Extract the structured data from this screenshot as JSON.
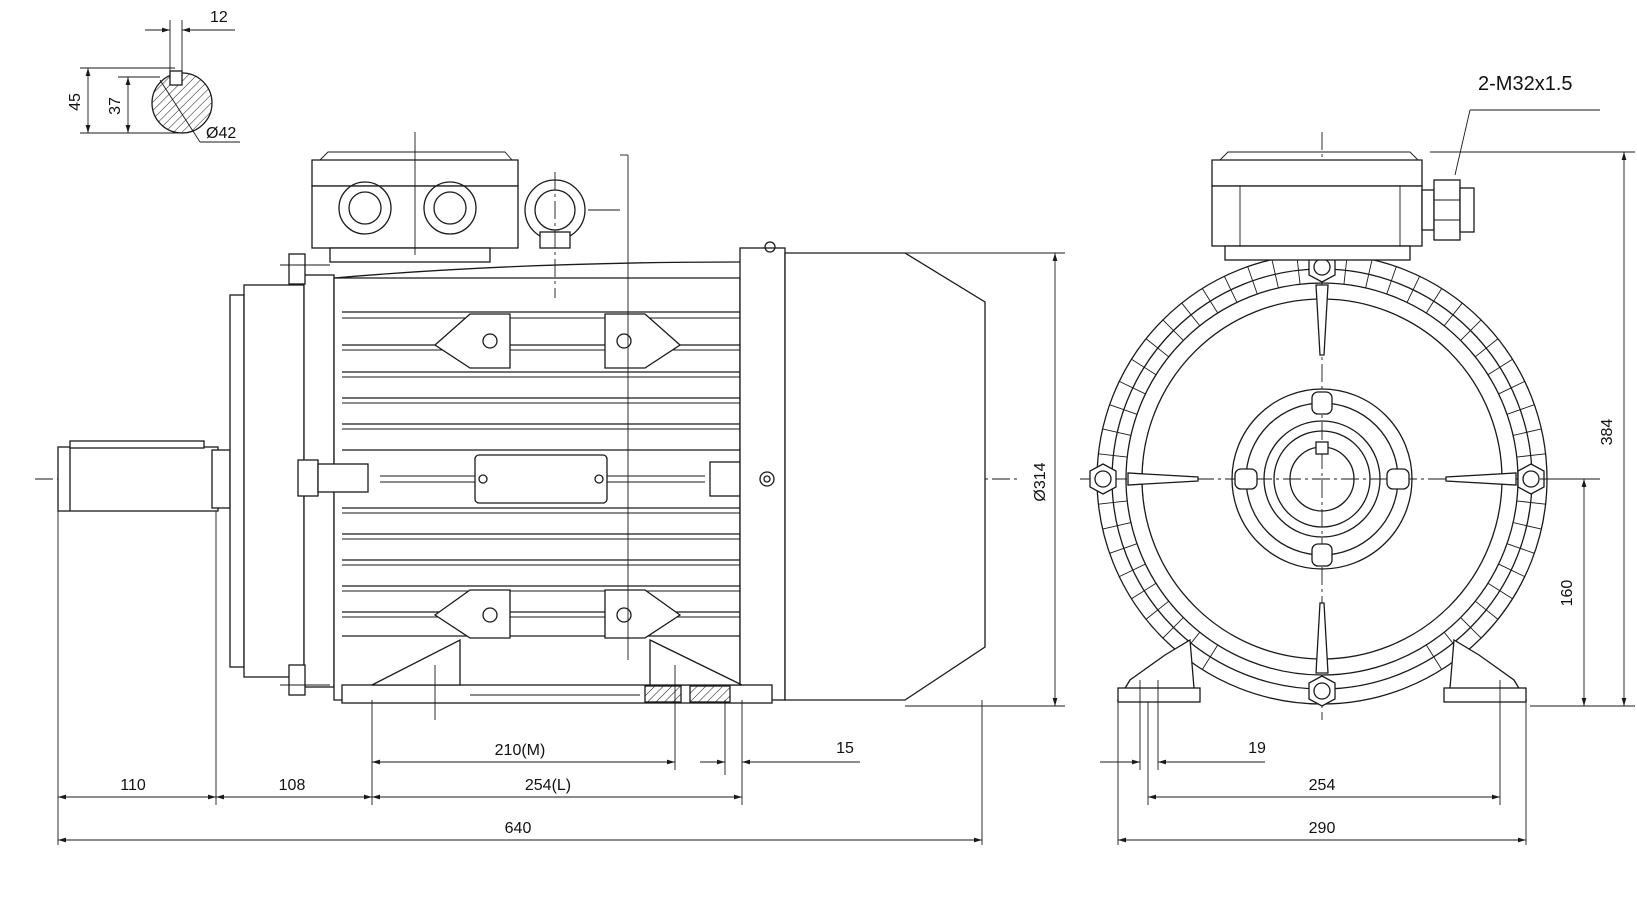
{
  "dimensions": {
    "key_width": "12",
    "shaft_height": "45",
    "key_depth": "37",
    "shaft_diameter": "Ø42",
    "cable_gland": "2-M32x1.5",
    "shaft_length": "110",
    "flange_to_foot": "108",
    "foot_spacing_m": "210(M)",
    "foot_hole": "15",
    "foot_length_l": "254(L)",
    "total_length": "640",
    "body_diameter": "Ø314",
    "total_height": "384",
    "center_height": "160",
    "foot_bolt": "19",
    "foot_width_inner": "254",
    "foot_width_outer": "290"
  }
}
